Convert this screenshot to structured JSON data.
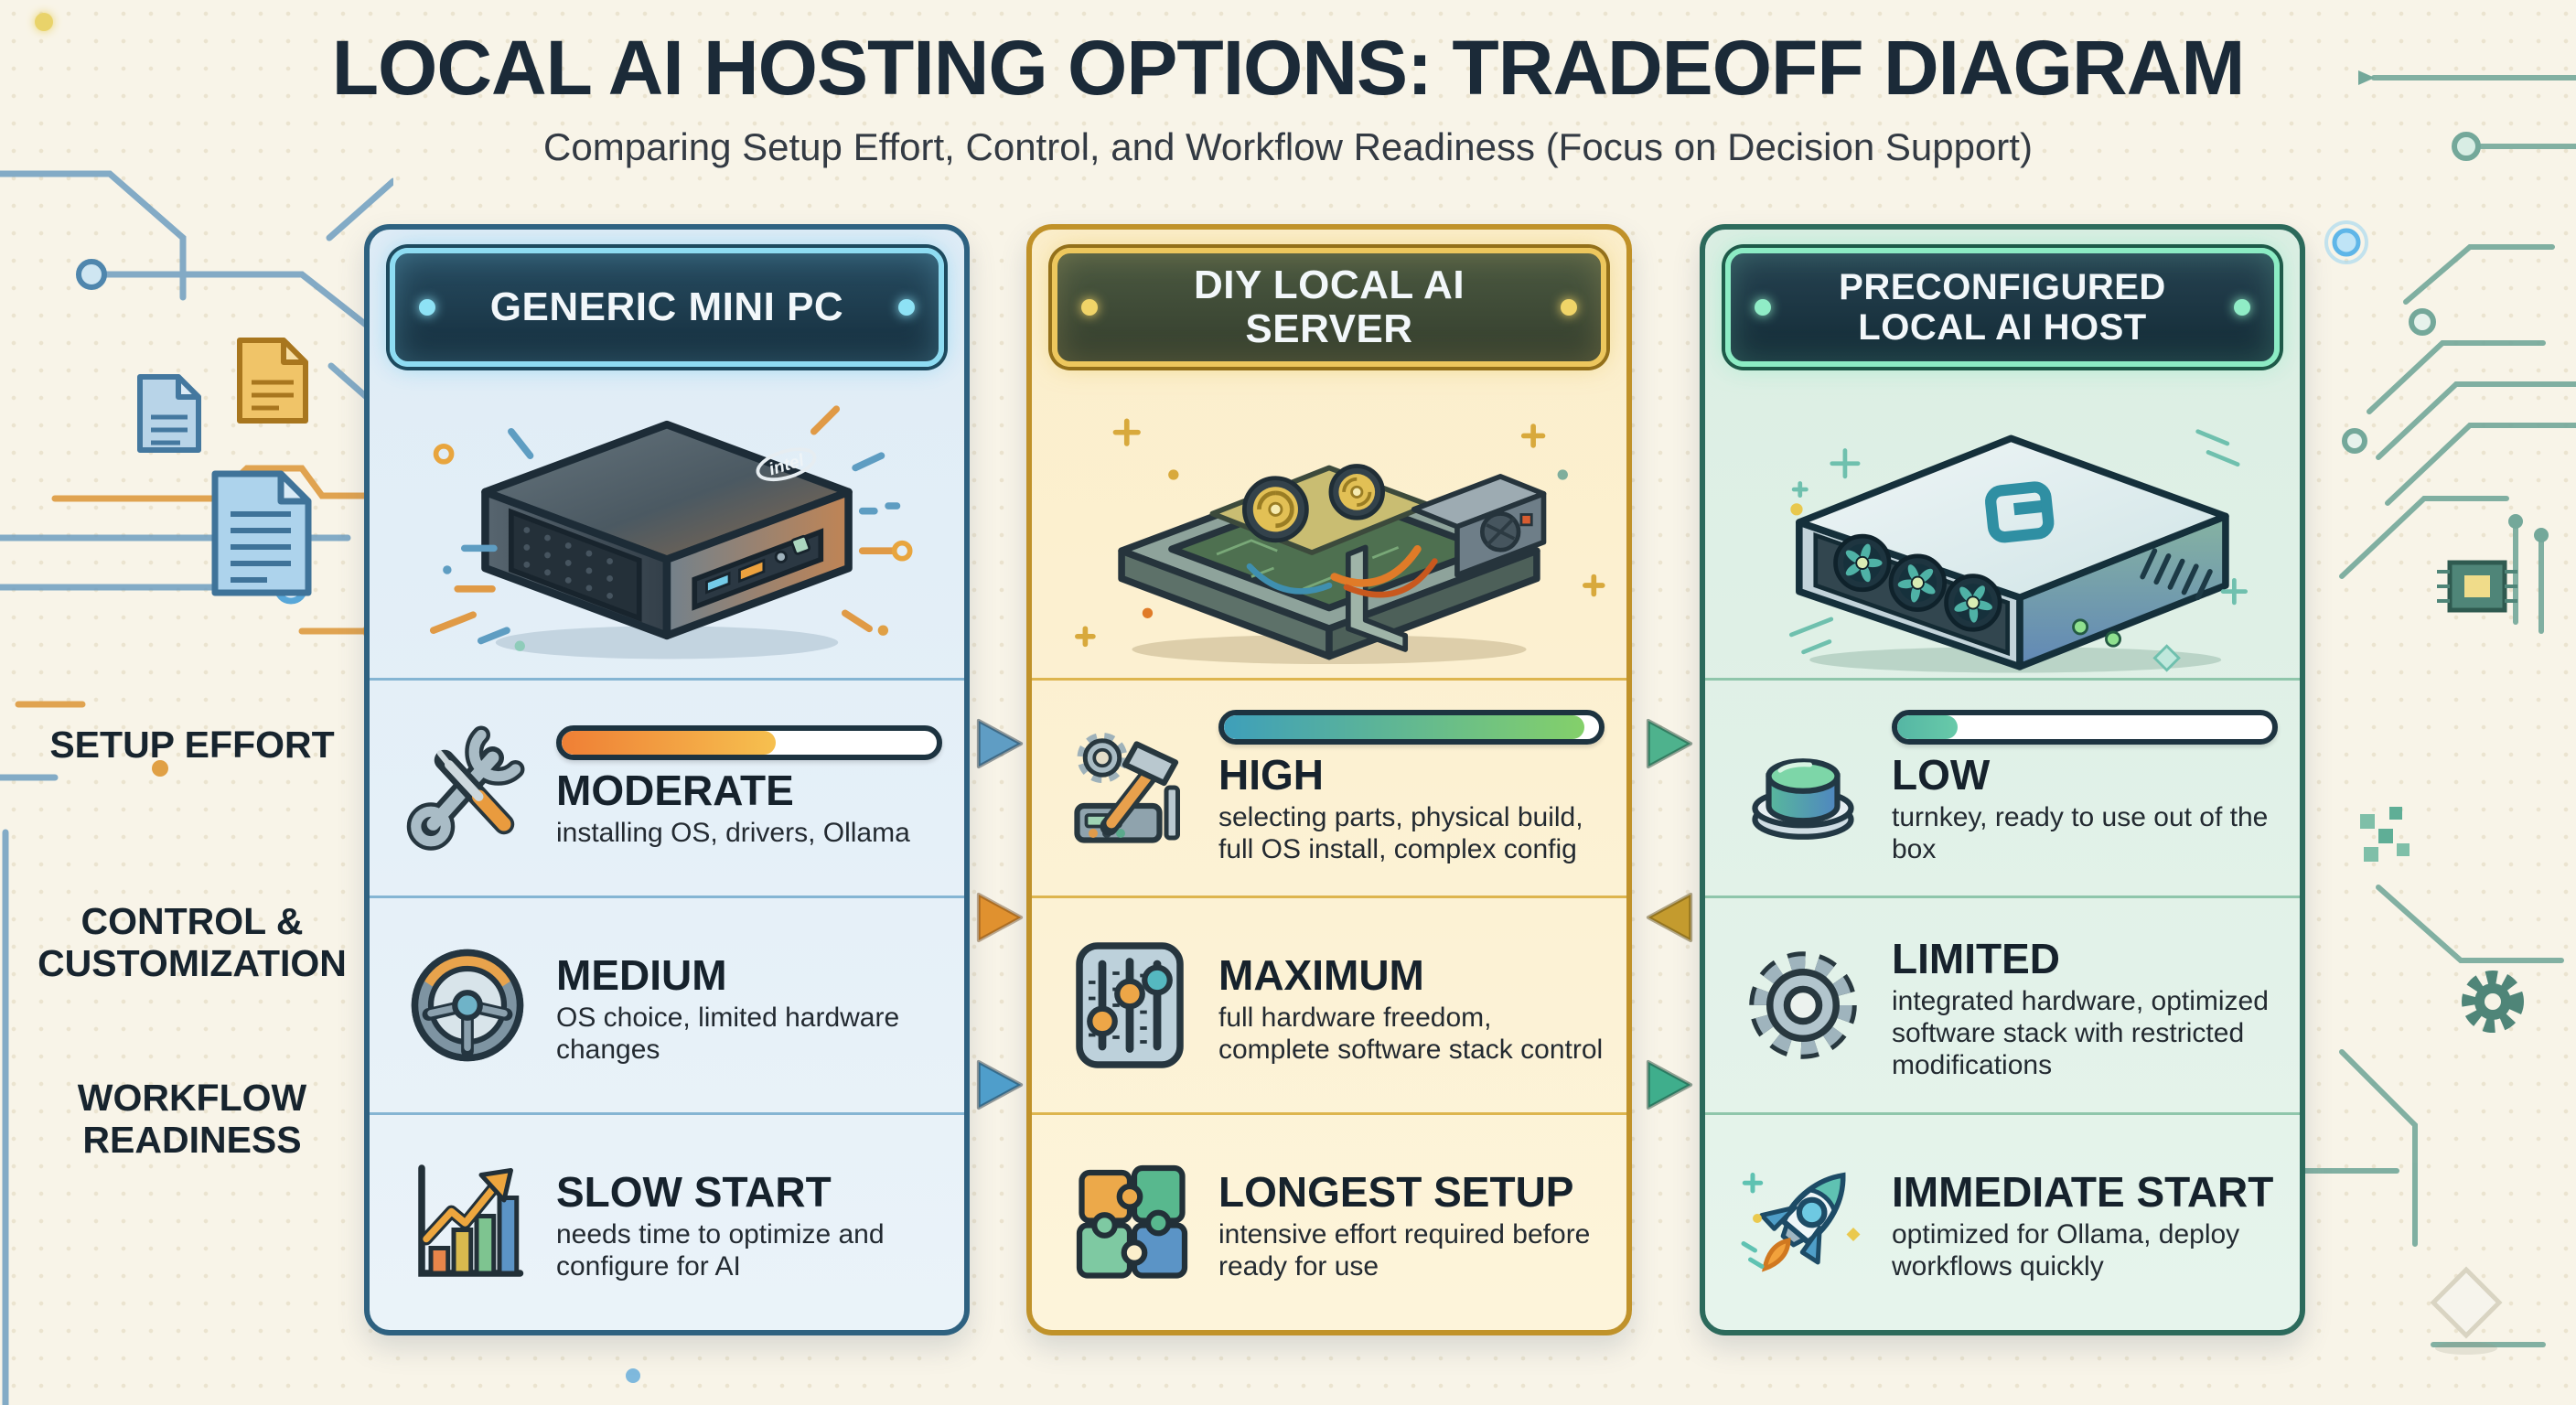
{
  "title": "LOCAL AI HOSTING OPTIONS: TRADEOFF DIAGRAM",
  "subtitle": "Comparing Setup Effort, Control, and Workflow Readiness (Focus on Decision Support)",
  "row_labels": [
    "SETUP EFFORT",
    "CONTROL & CUSTOMIZATION",
    "WORKFLOW READINESS"
  ],
  "columns": [
    {
      "header": "GENERIC MINI PC",
      "device_icon": "mini-pc-illustration",
      "device_brand": "intel",
      "panel_color": "#dfecf6",
      "accent_color": "#2e6180",
      "header_bg": "#1a3a4c",
      "header_border": "#8edcf2",
      "setup": {
        "icon": "wrench-screwdriver-icon",
        "progress_percent": 57,
        "bar_color_start": "#ef7f35",
        "bar_color_end": "#f6c04f",
        "level": "MODERATE",
        "desc": "installing OS, drivers, Ollama"
      },
      "control": {
        "icon": "steering-wheel-icon",
        "level": "MEDIUM",
        "desc": "OS choice, limited hardware changes"
      },
      "workflow": {
        "icon": "bar-chart-growth-icon",
        "level": "SLOW START",
        "desc": "needs time to optimize and configure for AI"
      }
    },
    {
      "header": "DIY LOCAL AI SERVER",
      "device_icon": "diy-server-illustration",
      "panel_color": "#fbeecb",
      "accent_color": "#c0922a",
      "header_bg": "#3f4d38",
      "header_border": "#edc75d",
      "setup": {
        "icon": "hammer-build-icon",
        "progress_percent": 96,
        "bar_color_start": "#3e9fba",
        "bar_color_end": "#84d06a",
        "level": "HIGH",
        "desc": "selecting parts, physical build, full OS install, complex config"
      },
      "control": {
        "icon": "sliders-icon",
        "level": "MAXIMUM",
        "desc": "full hardware freedom, complete software stack control"
      },
      "workflow": {
        "icon": "puzzle-icon",
        "level": "LONGEST SETUP",
        "desc": "intensive effort required before ready for use"
      }
    },
    {
      "header": "PRECONFIGURED LOCAL AI HOST",
      "device_icon": "ai-host-illustration",
      "panel_color": "#dbeee3",
      "accent_color": "#2c6a5c",
      "header_bg": "#1d3440",
      "header_border": "#8cecc4",
      "setup": {
        "icon": "push-button-icon",
        "progress_percent": 16,
        "bar_color_start": "#55b6a4",
        "bar_color_end": "#68caa9",
        "level": "LOW",
        "desc": "turnkey, ready to use out of the box"
      },
      "control": {
        "icon": "gear-icon",
        "level": "LIMITED",
        "desc": "integrated hardware, optimized software stack with restricted modifications"
      },
      "workflow": {
        "icon": "rocket-icon",
        "level": "IMMEDIATE START",
        "desc": "optimized for Ollama, deploy workflows quickly"
      }
    }
  ],
  "arrows": [
    {
      "row": "setup",
      "from": "generic-mini-pc",
      "to": "diy-local-ai-server",
      "direction": "right",
      "color": "#5f9dc4"
    },
    {
      "row": "control",
      "from": "generic-mini-pc",
      "to": "diy-local-ai-server",
      "direction": "right",
      "color": "#e0912f"
    },
    {
      "row": "workflow",
      "from": "generic-mini-pc",
      "to": "diy-local-ai-server",
      "direction": "right",
      "color": "#4f9ecb"
    },
    {
      "row": "setup",
      "from": "diy-local-ai-server",
      "to": "preconfigured-local-ai-host",
      "direction": "right",
      "color": "#4eb28d"
    },
    {
      "row": "control",
      "from": "preconfigured-local-ai-host",
      "to": "diy-local-ai-server",
      "direction": "left",
      "color": "#c49b2e"
    },
    {
      "row": "workflow",
      "from": "diy-local-ai-server",
      "to": "preconfigured-local-ai-host",
      "direction": "right",
      "color": "#3fae8c"
    }
  ]
}
